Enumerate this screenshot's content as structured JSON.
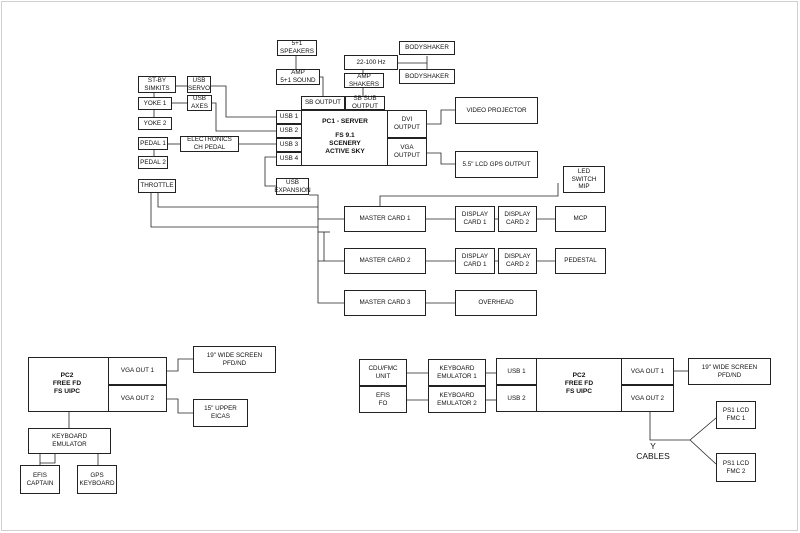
{
  "top": {
    "speakers": "5+1\nSPEAKERS",
    "amp_sound": "AMP\n5+1 SOUND",
    "bodyshaker_1": "BODYSHAKER",
    "bodyshaker_2": "BODYSHAKER",
    "hz": "22-100 Hz",
    "amp_shakers": "AMP\nSHAKERS",
    "sb_output": "SB OUTPUT",
    "sb_sub_output": "SB SUB\nOUTPUT",
    "st_by_simkits": "ST-BY\nSIMKITS",
    "usb_servo": "USB\nSERVO",
    "yoke_1": "YOKE 1",
    "usb_axes": "USB\nAXES",
    "yoke_2": "YOKE 2",
    "pedal_1": "PEDAL 1",
    "electronics_ch_pedal": "ELECTRONICS\nCH PEDAL",
    "pedal_2": "PEDAL 2",
    "throttle": "THROTTLE",
    "usb_1": "USB 1",
    "usb_2": "USB 2",
    "usb_3": "USB 3",
    "usb_4": "USB 4",
    "pc1_server": "PC1 - SERVER",
    "pc1_software": "FS 9.1\nSCENERY\nACTIVE SKY",
    "dvi_output": "DVI\nOUTPUT",
    "vga_output": "VGA\nOUTPUT",
    "video_projector": "VIDEO PROJECTOR",
    "lcd_gps_output": "5.5\" LCD GPS OUTPUT",
    "usb_expansion": "USB\nEXPANSION",
    "led_switch_mip": "LED\nSWITCH\nMIP",
    "master_card_1": "MASTER CARD 1",
    "master_card_2": "MASTER CARD 2",
    "master_card_3": "MASTER CARD 3",
    "display_card_1a": "DISPLAY\nCARD 1",
    "display_card_2a": "DISPLAY\nCARD 2",
    "display_card_1b": "DISPLAY\nCARD 1",
    "display_card_2b": "DISPLAY\nCARD 2",
    "mcp": "MCP",
    "pedestal": "PEDESTAL",
    "overhead": "OVERHEAD"
  },
  "left_pc2": {
    "title": "PC2\nFREE FD\nFS UIPC",
    "vga_out_1": "VGA OUT 1",
    "vga_out_2": "VGA OUT 2",
    "wide_screen": "19\" WIDE SCREEN\nPFD/ND",
    "upper_eicas": "15\" UPPER\nEICAS",
    "keyboard_emulator": "KEYBOARD\nEMULATOR",
    "efis_captain": "EFIS\nCAPTAIN",
    "gps_keyboard": "GPS\nKEYBOARD"
  },
  "right_pc2": {
    "title": "PC2\nFREE FD\nFS UIPC",
    "cdu_fmc_unit": "CDU/FMC\nUNIT",
    "efis_fo": "EFIS\nFO",
    "keyboard_emulator_1": "KEYBOARD\nEMULATOR 1",
    "keyboard_emulator_2": "KEYBOARD\nEMULATOR 2",
    "usb_1": "USB 1",
    "usb_2": "USB 2",
    "vga_out_1": "VGA OUT 1",
    "vga_out_2": "VGA OUT 2",
    "wide_screen": "19\" WIDE SCREEN\nPFD/ND",
    "ps1_lcd_fmc_1": "PS1 LCD\nFMC 1",
    "ps1_lcd_fmc_2": "PS1 LCD\nFMC 2",
    "y_cables": "Y\nCABLES"
  }
}
